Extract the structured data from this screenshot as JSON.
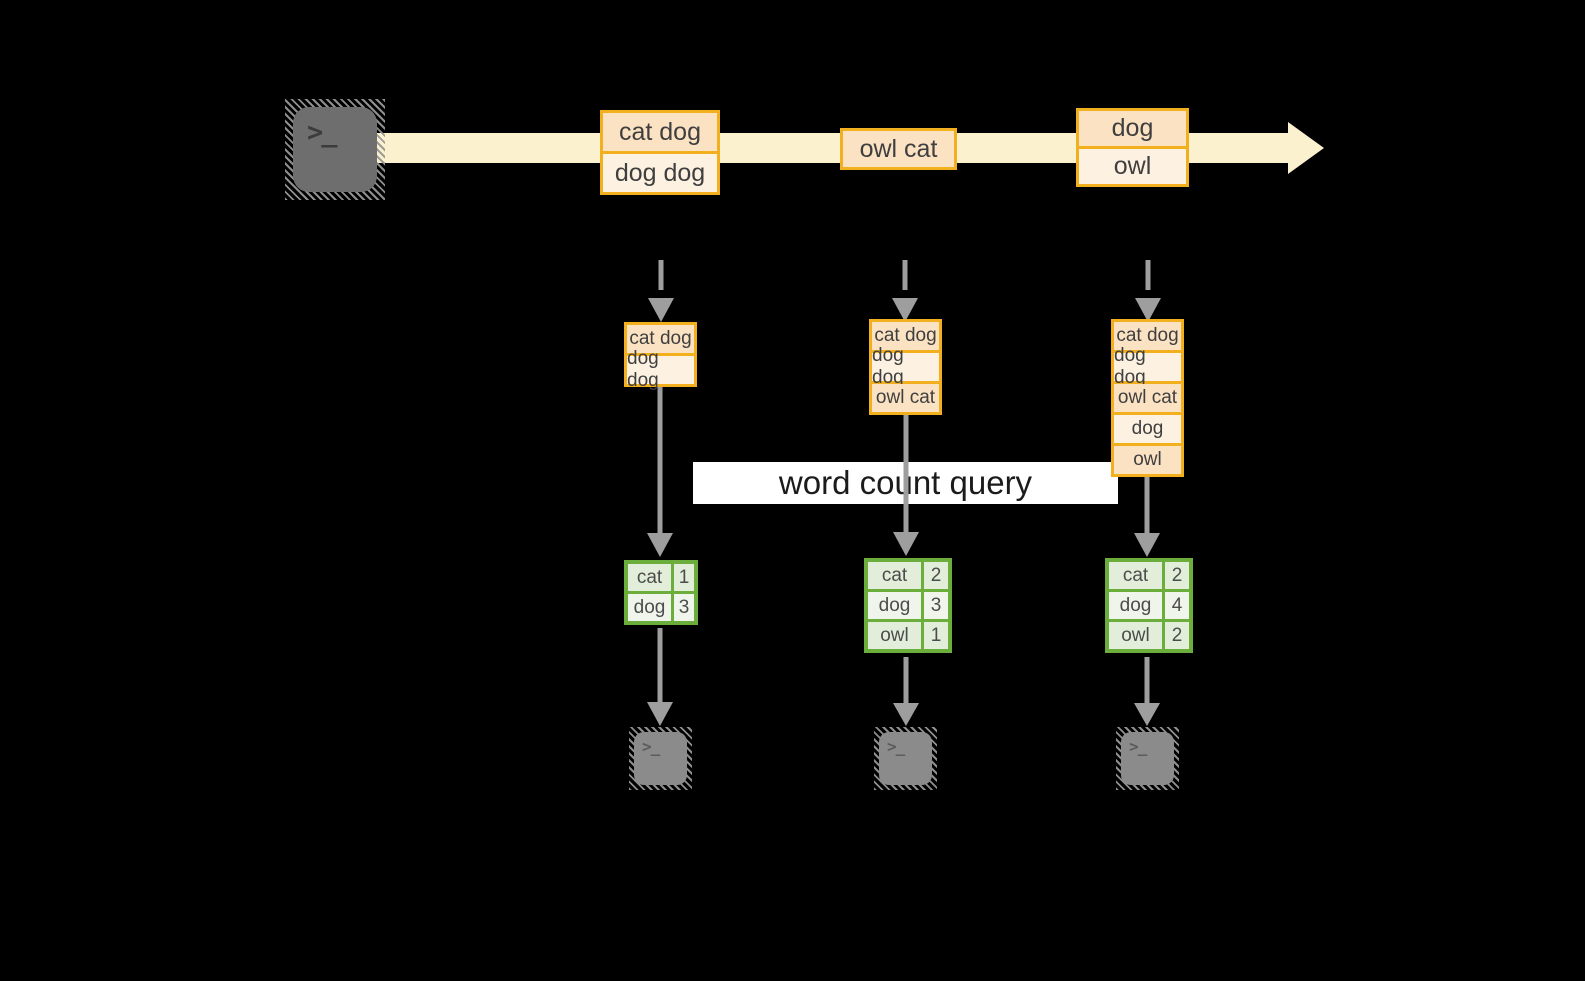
{
  "terminal": {
    "prompt_glyph": ">_"
  },
  "stream": {
    "events": [
      {
        "lines": [
          "cat dog",
          "dog dog"
        ]
      },
      {
        "lines": [
          "owl cat"
        ]
      },
      {
        "lines": [
          "dog",
          "owl"
        ]
      }
    ]
  },
  "banner": {
    "label": "word count query"
  },
  "columns": [
    {
      "records": [
        "cat dog",
        "dog dog"
      ],
      "counts": [
        {
          "word": "cat",
          "count": "1"
        },
        {
          "word": "dog",
          "count": "3"
        }
      ]
    },
    {
      "records": [
        "cat dog",
        "dog dog",
        "owl cat"
      ],
      "counts": [
        {
          "word": "cat",
          "count": "2"
        },
        {
          "word": "dog",
          "count": "3"
        },
        {
          "word": "owl",
          "count": "1"
        }
      ]
    },
    {
      "records": [
        "cat dog",
        "dog dog",
        "owl cat",
        "dog",
        "owl"
      ],
      "counts": [
        {
          "word": "cat",
          "count": "2"
        },
        {
          "word": "dog",
          "count": "4"
        },
        {
          "word": "owl",
          "count": "2"
        }
      ]
    }
  ],
  "colors": {
    "background": "#000000",
    "stream_band": "#FBF1CE",
    "box_border": "#F2B01F",
    "box_fill_peach": "#FBE2C3",
    "box_fill_cream": "#FDF2E2",
    "table_border": "#6CAE3C",
    "table_cell_green": "#E2EED9",
    "table_cell_light": "#F0F5EC",
    "arrow_gray": "#9E9E9E",
    "terminal_gray": "#6E6E6E",
    "banner_bg": "#FFFFFF"
  }
}
